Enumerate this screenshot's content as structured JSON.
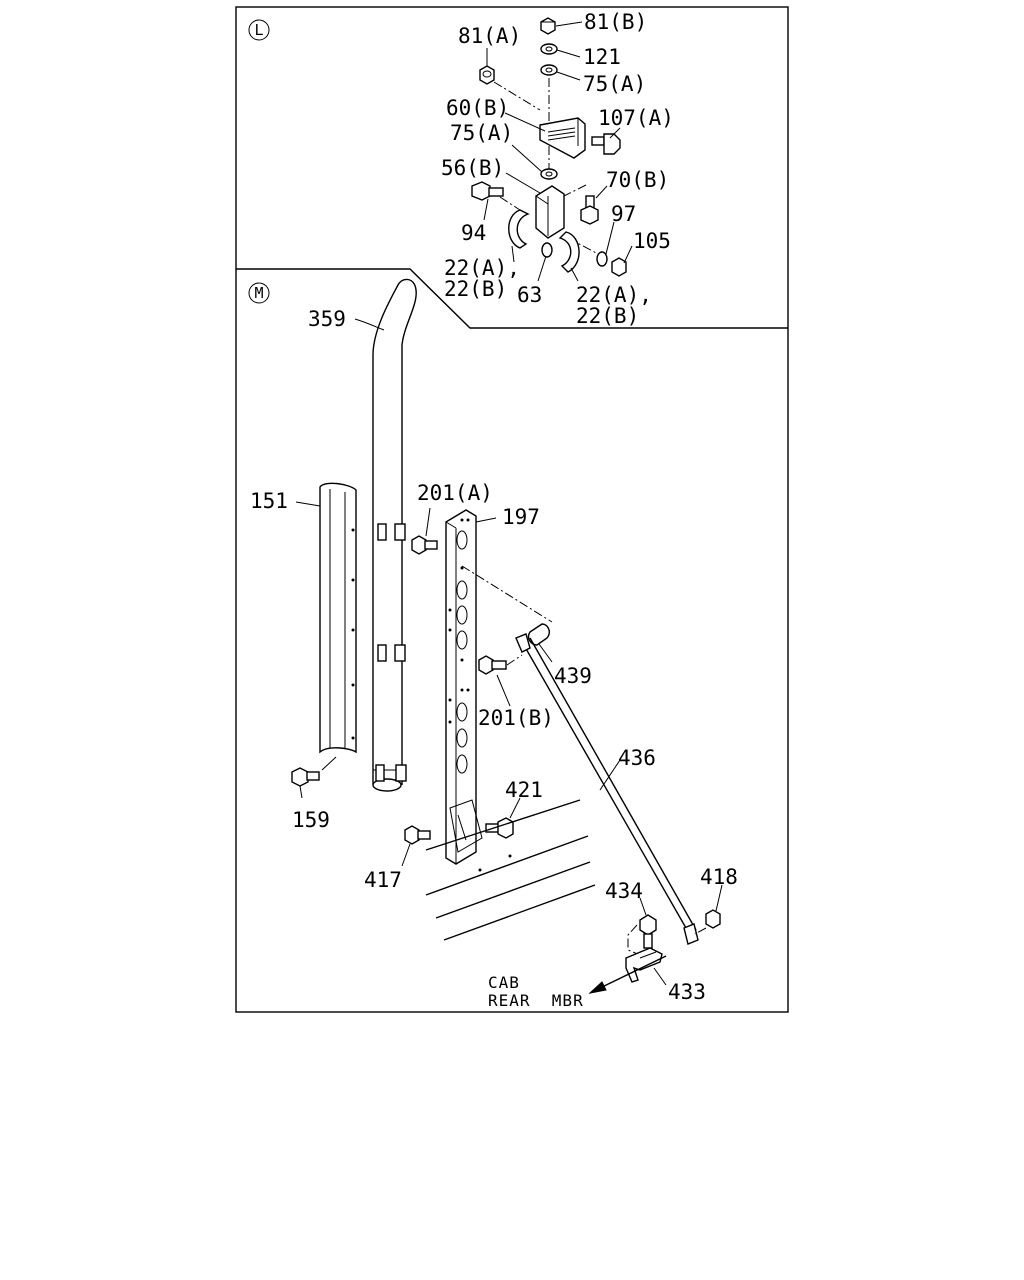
{
  "sections": {
    "upper": "L",
    "lower": "M"
  },
  "callouts_upper": {
    "c81b": "81(B)",
    "c81a": "81(A)",
    "c121": "121",
    "c75a_top": "75(A)",
    "c60b": "60(B)",
    "c107a": "107(A)",
    "c75a_mid": "75(A)",
    "c56b": "56(B)",
    "c70b": "70(B)",
    "c97": "97",
    "c94": "94",
    "c105": "105",
    "c22_left_1": "22(A),",
    "c22_left_2": "22(B)",
    "c63": "63",
    "c22_right_1": "22(A),",
    "c22_right_2": "22(B)"
  },
  "callouts_lower": {
    "c359": "359",
    "c151": "151",
    "c201a": "201(A)",
    "c197": "197",
    "c439": "439",
    "c201b": "201(B)",
    "c436": "436",
    "c421": "421",
    "c159": "159",
    "c417": "417",
    "c418": "418",
    "c434": "434",
    "c433": "433"
  },
  "direction_note": {
    "line1": "CAB",
    "line2": "REAR  MBR"
  }
}
